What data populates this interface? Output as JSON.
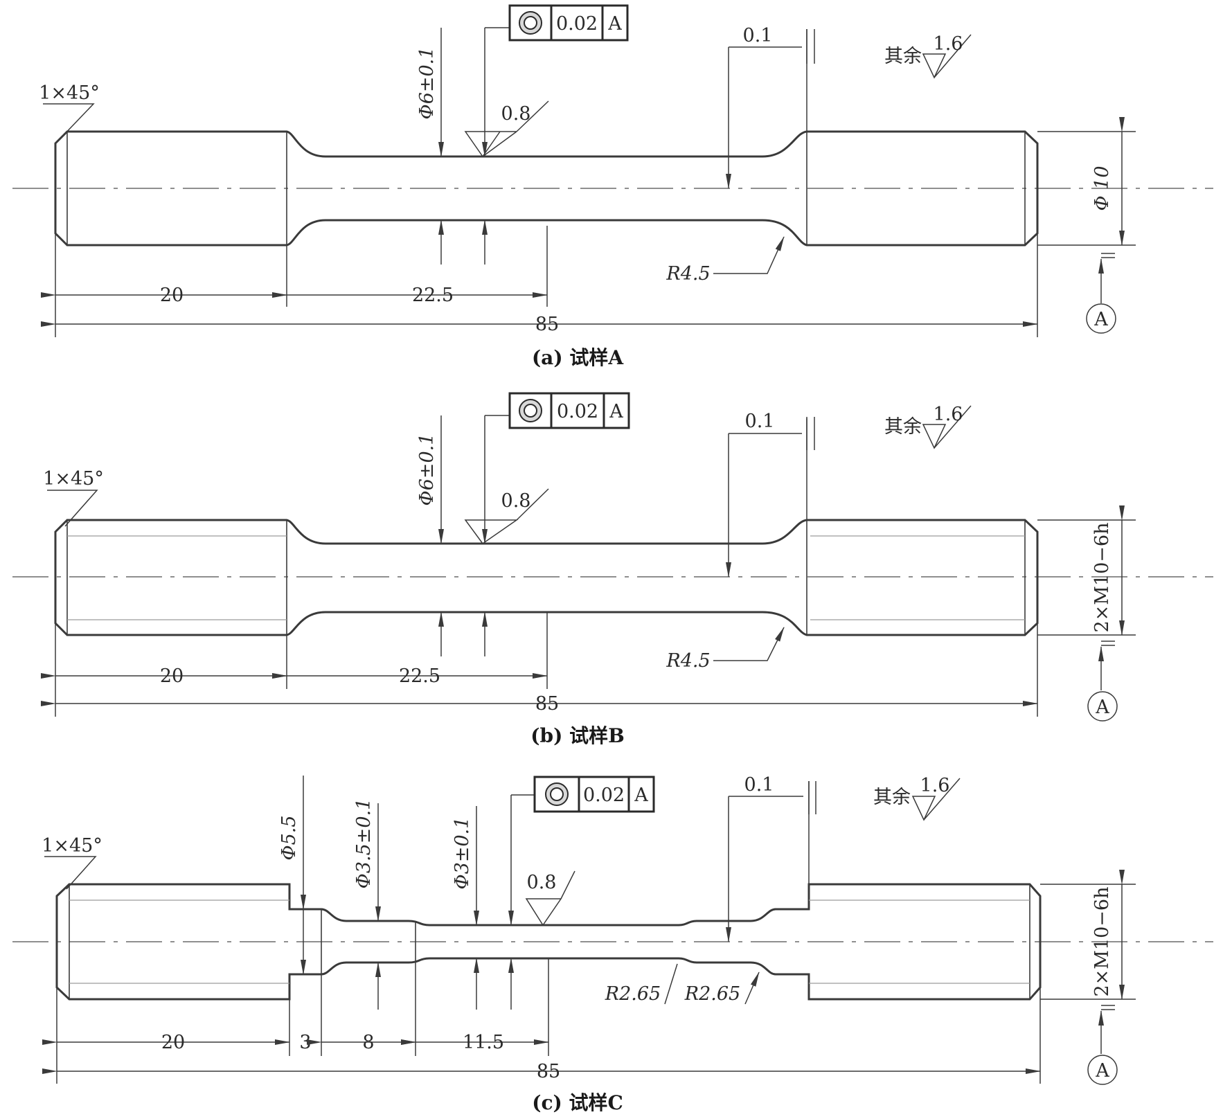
{
  "parts": [
    {
      "caption": "(a) 试样A",
      "chamfer": "1×45°",
      "len_grip": "20",
      "len_gauge": "22.5",
      "len_total": "85",
      "gauge_dia": "Φ6±0.1",
      "end_dia": "Φ 10",
      "fillet": "R4.5",
      "fcf_value": "0.02",
      "fcf_datum": "A",
      "datum_label": "A",
      "parallel_value": "0.1",
      "rough_gauge": "0.8",
      "rough_rest_label": "其余",
      "rough_rest": "1.6"
    },
    {
      "caption": "(b) 试样B",
      "chamfer": "1×45°",
      "len_grip": "20",
      "len_gauge": "22.5",
      "len_total": "85",
      "gauge_dia": "Φ6±0.1",
      "end_dia": "2×M10−6h",
      "fillet": "R4.5",
      "fcf_value": "0.02",
      "fcf_datum": "A",
      "datum_label": "A",
      "parallel_value": "0.1",
      "rough_gauge": "0.8",
      "rough_rest_label": "其余",
      "rough_rest": "1.6"
    },
    {
      "caption": "(c) 试样C",
      "chamfer": "1×45°",
      "len_grip": "20",
      "len_step": "3",
      "len_mid": "8",
      "len_gauge": "11.5",
      "len_total": "85",
      "step_dia": "Φ5.5",
      "mid_dia": "Φ3.5±0.1",
      "gauge_dia": "Φ3±0.1",
      "end_dia": "2×M10−6h",
      "fillet_1": "R2.65",
      "fillet_2": "R2.65",
      "fcf_value": "0.02",
      "fcf_datum": "A",
      "datum_label": "A",
      "parallel_value": "0.1",
      "rough_gauge": "0.8",
      "rough_rest_label": "其余",
      "rough_rest": "1.6"
    }
  ]
}
